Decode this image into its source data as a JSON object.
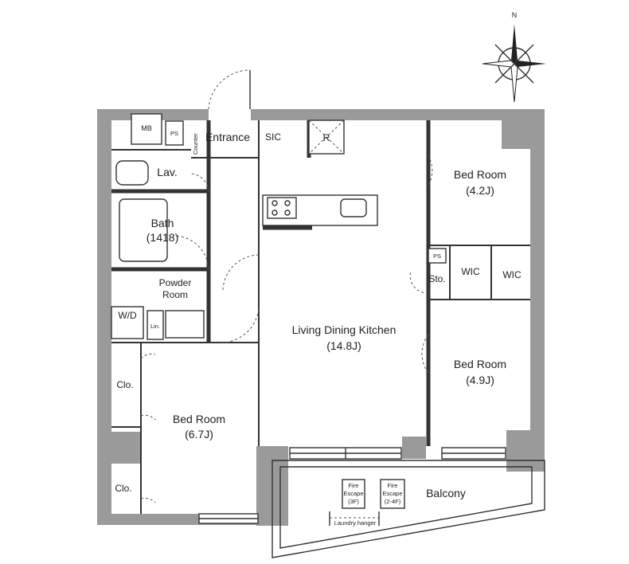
{
  "compass": {
    "north_label": "N"
  },
  "rooms": {
    "mb": "MB",
    "ps_top": "PS",
    "counter": "Counter",
    "entrance": "Entrance",
    "sic": "SIC",
    "r": "R",
    "lav": "Lav.",
    "bath": {
      "name": "Bath",
      "size": "(1418)"
    },
    "powder": {
      "line1": "Powder",
      "line2": "Room"
    },
    "wd": "W/D",
    "lin": "Lin.",
    "clo_upper": "Clo.",
    "clo_lower": "Clo.",
    "bed_left": {
      "name": "Bed Room",
      "size": "(6.7J)"
    },
    "ldk": {
      "name": "Living Dining Kitchen",
      "size": "(14.8J)"
    },
    "bed_top_right": {
      "name": "Bed Room",
      "size": "(4.2J)"
    },
    "bed_bottom_right": {
      "name": "Bed Room",
      "size": "(4.9J)"
    },
    "ps_right": "PS",
    "sto": "Sto.",
    "wic1": "WIC",
    "wic2": "WIC",
    "balcony": "Balcony",
    "fire_escape_1": {
      "l1": "Fire",
      "l2": "Escape",
      "l3": "(3F)"
    },
    "fire_escape_2": {
      "l1": "Fire",
      "l2": "Escape",
      "l3": "(2-4F)"
    },
    "laundry": "Laundry hanger"
  }
}
